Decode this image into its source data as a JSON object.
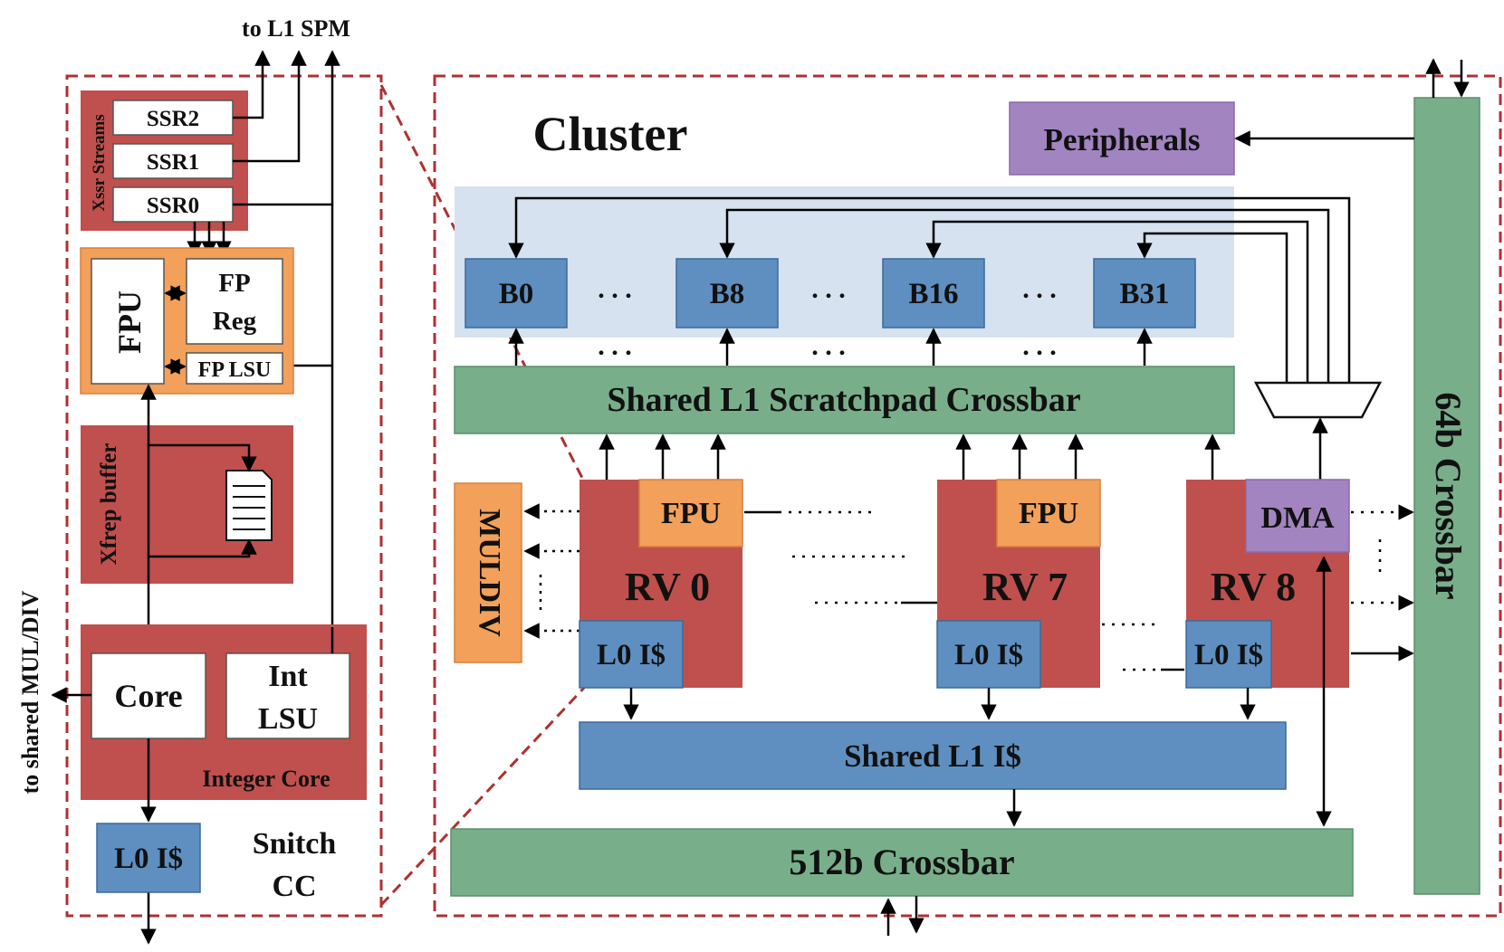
{
  "snitch_cc": {
    "to_spm": "to L1 SPM",
    "xssr_label": "Xssr Streams",
    "ssr2": "SSR2",
    "ssr1": "SSR1",
    "ssr0": "SSR0",
    "fpu": "FPU",
    "fp_reg_1": "FP",
    "fp_reg_2": "Reg",
    "fp_lsu": "FP LSU",
    "xfrep": "Xfrep buffer",
    "core": "Core",
    "int_lsu_1": "Int",
    "int_lsu_2": "LSU",
    "integer_core": "Integer Core",
    "l0": "L0 I$",
    "name_1": "Snitch",
    "name_2": "CC",
    "to_muldiv": "to shared MUL/DIV"
  },
  "cluster": {
    "title": "Cluster",
    "peripherals": "Peripherals",
    "banks": [
      "B0",
      "B8",
      "B16",
      "B31"
    ],
    "ellipsis": ". . .",
    "scratchpad_xbar": "Shared  L1 Scratchpad Crossbar",
    "muldiv": "MULDIV",
    "fpu": "FPU",
    "dma": "DMA",
    "rv0": "RV 0",
    "rv7": "RV 7",
    "rv8": "RV 8",
    "l0": "L0 I$",
    "shared_icache": "Shared L1 I$",
    "xbar_512": "512b Crossbar",
    "xbar_64": "64b Crossbar"
  },
  "colors": {
    "red_block": "#c0504d",
    "orange_block": "#f2a05a",
    "blue_block": "#5e8fc0",
    "green_block": "#79ae8b",
    "purple_block": "#a284c0",
    "bank_bg": "#d6e2f0",
    "dashed_border": "#b03030"
  }
}
